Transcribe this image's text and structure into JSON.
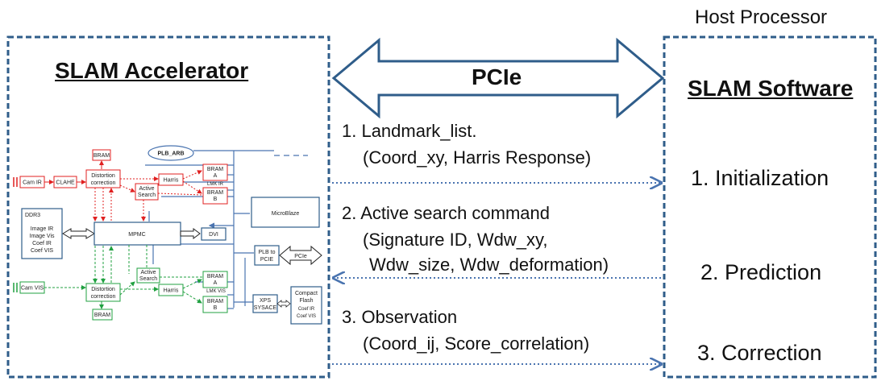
{
  "host_title": "Host Processor",
  "accelerator": {
    "title": "SLAM Accelerator",
    "blocks": {
      "bram_top": "BRAM",
      "plb_arb": "PLB_ARB",
      "cam_ir": "Cam IR",
      "clahe": "CLAHE",
      "distortion_top_1": "Distortion",
      "distortion_top_2": "correction",
      "harris_top": "Harris",
      "bram_a_top_1": "BRAM",
      "bram_a_top_2": "A",
      "lmk_ir": "LMK IR",
      "bram_b_top_1": "BRAM",
      "bram_b_top_2": "B",
      "active_top_1": "Active",
      "active_top_2": "Search",
      "ddr3": "DDR3",
      "ddr3_lines": [
        "Image IR",
        "Image Vis",
        "Coef IR",
        "Coef VIS"
      ],
      "mpmc": "MPMC",
      "dvi": "DVI",
      "microblaze": "MicroBlaze",
      "plb_to_pcie_1": "PLB to",
      "plb_to_pcie_2": "PCIE",
      "pcie_small": "PCIe",
      "cam_vis": "Cam VIS",
      "distortion_bot_1": "Distortion",
      "distortion_bot_2": "correction",
      "active_bot_1": "Active",
      "active_bot_2": "Search",
      "harris_bot": "Harris",
      "bram_a_bot_1": "BRAM",
      "bram_a_bot_2": "A",
      "lmk_vis": "LMK VIS",
      "bram_b_bot_1": "BRAM",
      "bram_b_bot_2": "B",
      "bram_bottom": "BRAM",
      "xps_1": "XPS",
      "xps_2": "SYSACE",
      "cf_lines": [
        "Compact",
        "Flash",
        "Coef IR",
        "Coef VIS"
      ]
    }
  },
  "pcie_label": "PCIe",
  "messages": {
    "m1_line1": "1. Landmark_list.",
    "m1_line2": "(Coord_xy, Harris Response)",
    "m2_line1": "2. Active search command",
    "m2_line2": "(Signature ID, Wdw_xy,",
    "m2_line3": "Wdw_size, Wdw_deformation)",
    "m3_line1": "3. Observation",
    "m3_line2": "(Coord_ij, Score_correlation)"
  },
  "software": {
    "title": "SLAM Software",
    "steps": [
      "1. Initialization",
      "2. Prediction",
      "3. Correction"
    ]
  },
  "colors": {
    "dashed_border": "#2f5d8a",
    "arrow_blue": "#4a74b0",
    "red_path": "#e02020",
    "green_path": "#20a040"
  }
}
